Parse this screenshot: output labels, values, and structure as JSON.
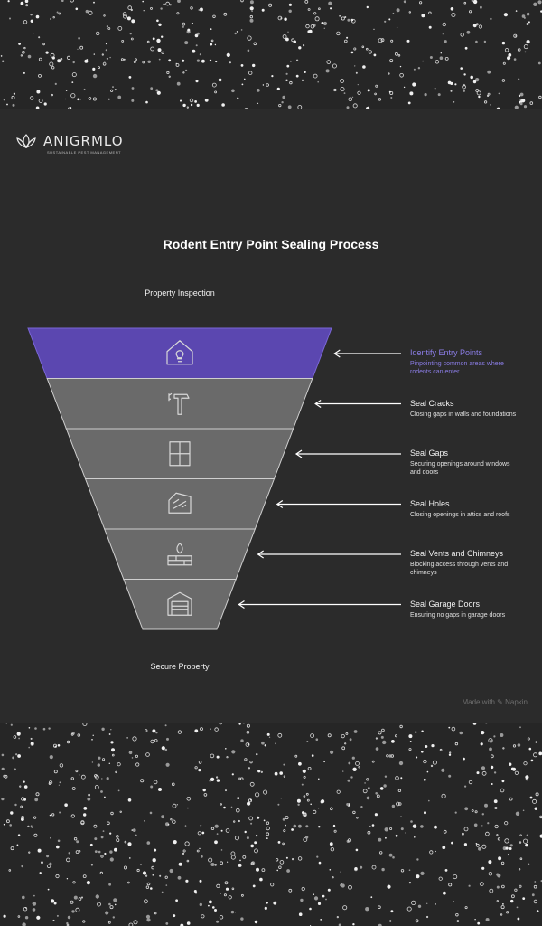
{
  "brand": {
    "name": "ANIGRMLO",
    "tagline": "SUSTAINABLE PEST MANAGEMENT"
  },
  "diagram": {
    "title": "Rodent Entry Point Sealing Process",
    "top_label": "Property Inspection",
    "bottom_label": "Secure Property",
    "accent_color": "#5b47b0",
    "layer_color": "#6a6a6a",
    "steps": [
      {
        "title": "Identify Entry Points",
        "desc": "Pinpointing common areas where rodents can enter",
        "icon": "house-lightbulb-icon",
        "active": true
      },
      {
        "title": "Seal Cracks",
        "desc": "Closing gaps in walls and foundations",
        "icon": "hammer-icon",
        "active": false
      },
      {
        "title": "Seal Gaps",
        "desc": "Securing openings around windows and doors",
        "icon": "window-icon",
        "active": false
      },
      {
        "title": "Seal Holes",
        "desc": "Closing openings in attics and roofs",
        "icon": "attic-icon",
        "active": false
      },
      {
        "title": "Seal Vents and Chimneys",
        "desc": "Blocking access through vents and chimneys",
        "icon": "chimney-icon",
        "active": false
      },
      {
        "title": "Seal Garage Doors",
        "desc": "Ensuring no gaps in garage doors",
        "icon": "garage-door-icon",
        "active": false
      }
    ]
  },
  "footer": {
    "credit": "Made with ✎ Napkin"
  }
}
